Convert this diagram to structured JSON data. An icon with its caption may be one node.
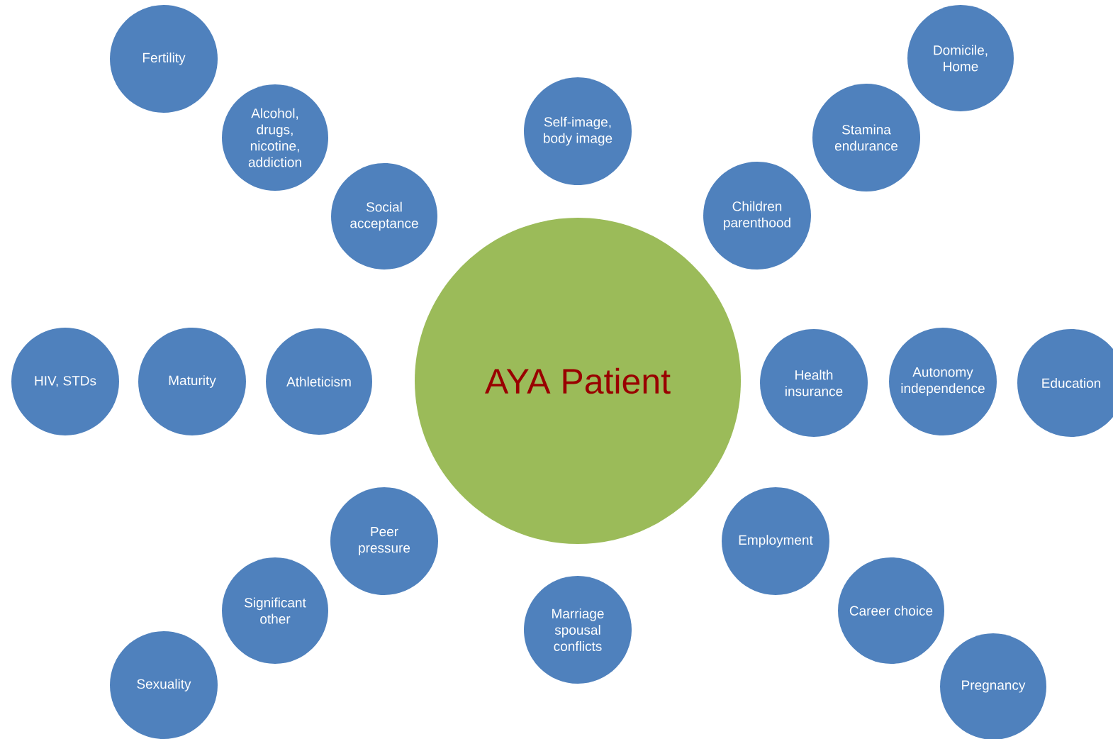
{
  "diagram": {
    "nodes": [
      {
        "text": [
          "AYA Patient"
        ]
      },
      {
        "text": [
          "Fertility"
        ]
      },
      {
        "text": [
          "Domicile, Home"
        ]
      },
      {
        "text": [
          "Self-image, body image"
        ]
      },
      {
        "text": [
          "Alcohol, drugs, nicotine, addiction"
        ]
      },
      {
        "text": [
          "Stamina endurance"
        ]
      },
      {
        "text": [
          "Social acceptance"
        ]
      },
      {
        "text": [
          "Children parenthood"
        ]
      },
      {
        "text": [
          "HIV, STDs"
        ]
      },
      {
        "text": [
          "Maturity"
        ]
      },
      {
        "text": [
          "Athleticism"
        ]
      },
      {
        "text": [
          "Health insurance"
        ]
      },
      {
        "text": [
          "Autonomy independence"
        ]
      },
      {
        "text": [
          "Education"
        ]
      },
      {
        "text": [
          "Employment"
        ]
      },
      {
        "text": [
          "Peer pressure"
        ]
      },
      {
        "text": [
          "Significant other"
        ]
      },
      {
        "text": [
          "Career choice"
        ]
      },
      {
        "text": [
          "Marriage spousal conflicts"
        ]
      },
      {
        "text": [
          "Sexuality"
        ]
      },
      {
        "text": [
          "Pregnancy"
        ]
      }
    ]
  }
}
